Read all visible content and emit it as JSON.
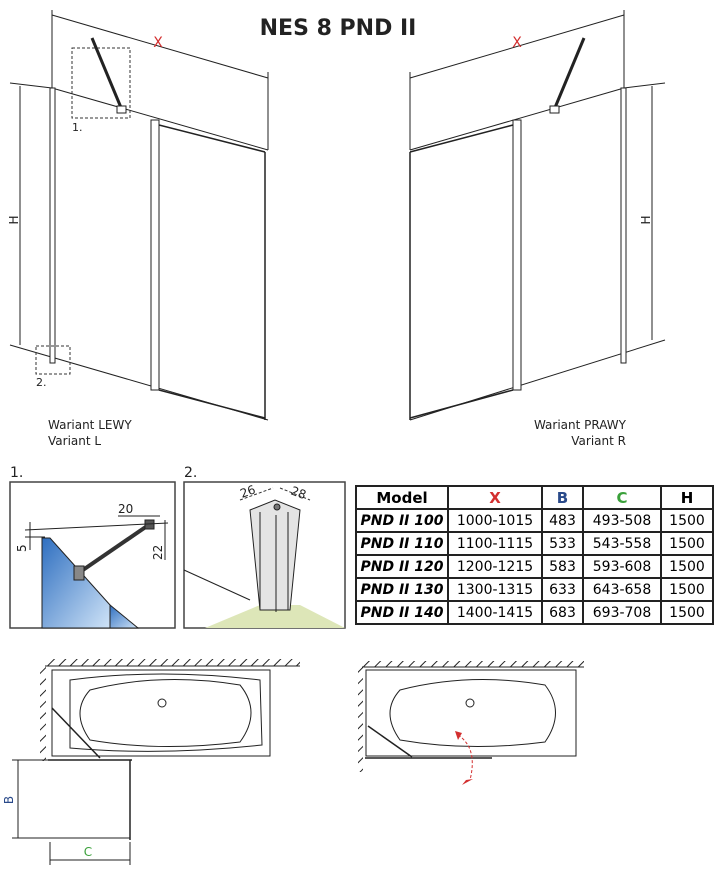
{
  "title": "NES 8 PND II",
  "labels": {
    "x": "X",
    "h": "H",
    "b": "B",
    "c": "C",
    "detail1": "1.",
    "detail2": "2."
  },
  "variants": {
    "left": {
      "pl": "Wariant LEWY",
      "en": "Variant L"
    },
    "right": {
      "pl": "Wariant PRAWY",
      "en": "Variant R"
    }
  },
  "detail1_dims": {
    "a": "20",
    "b": "5",
    "c": "22"
  },
  "detail2_dims": {
    "a": "26",
    "b": "28"
  },
  "colors": {
    "x": "#d32f2f",
    "b": "#2a4a8a",
    "c": "#3aa03a"
  },
  "table": {
    "headers": [
      "Model",
      "X",
      "B",
      "C",
      "H"
    ],
    "rows": [
      [
        "PND II 100",
        "1000-1015",
        "483",
        "493-508",
        "1500"
      ],
      [
        "PND II 110",
        "1100-1115",
        "533",
        "543-558",
        "1500"
      ],
      [
        "PND II 120",
        "1200-1215",
        "583",
        "593-608",
        "1500"
      ],
      [
        "PND II 130",
        "1300-1315",
        "633",
        "643-658",
        "1500"
      ],
      [
        "PND II 140",
        "1400-1415",
        "683",
        "693-708",
        "1500"
      ]
    ]
  }
}
